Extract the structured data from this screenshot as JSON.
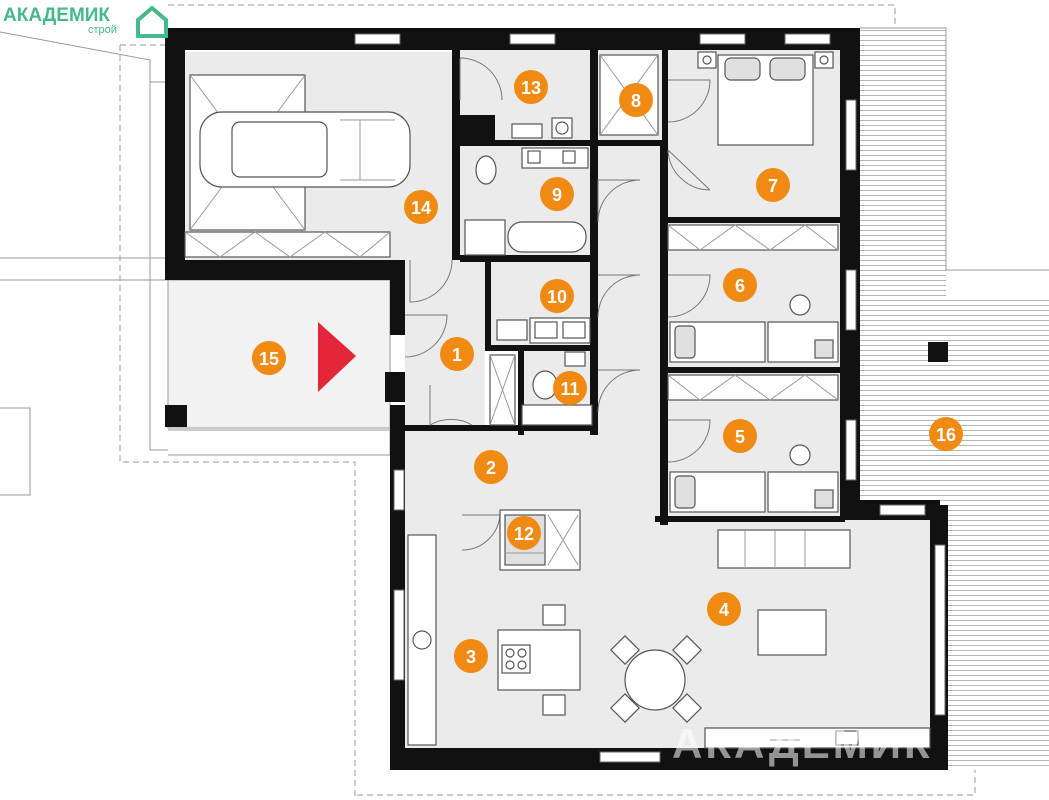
{
  "logo": {
    "name": "АКАДЕМИК",
    "sub": "строй",
    "color": "#46b98a"
  },
  "watermark": "АКАДЕМИК",
  "colors": {
    "badge": "#f08a12",
    "entrance_arrow": "#e3263a",
    "wall": "#111111",
    "floor": "#ebebeb"
  },
  "rooms": [
    {
      "label": "1"
    },
    {
      "label": "2"
    },
    {
      "label": "3"
    },
    {
      "label": "4"
    },
    {
      "label": "5"
    },
    {
      "label": "6"
    },
    {
      "label": "7"
    },
    {
      "label": "8"
    },
    {
      "label": "9"
    },
    {
      "label": "10"
    },
    {
      "label": "11"
    },
    {
      "label": "12"
    },
    {
      "label": "13"
    },
    {
      "label": "14"
    },
    {
      "label": "15"
    },
    {
      "label": "16"
    }
  ]
}
